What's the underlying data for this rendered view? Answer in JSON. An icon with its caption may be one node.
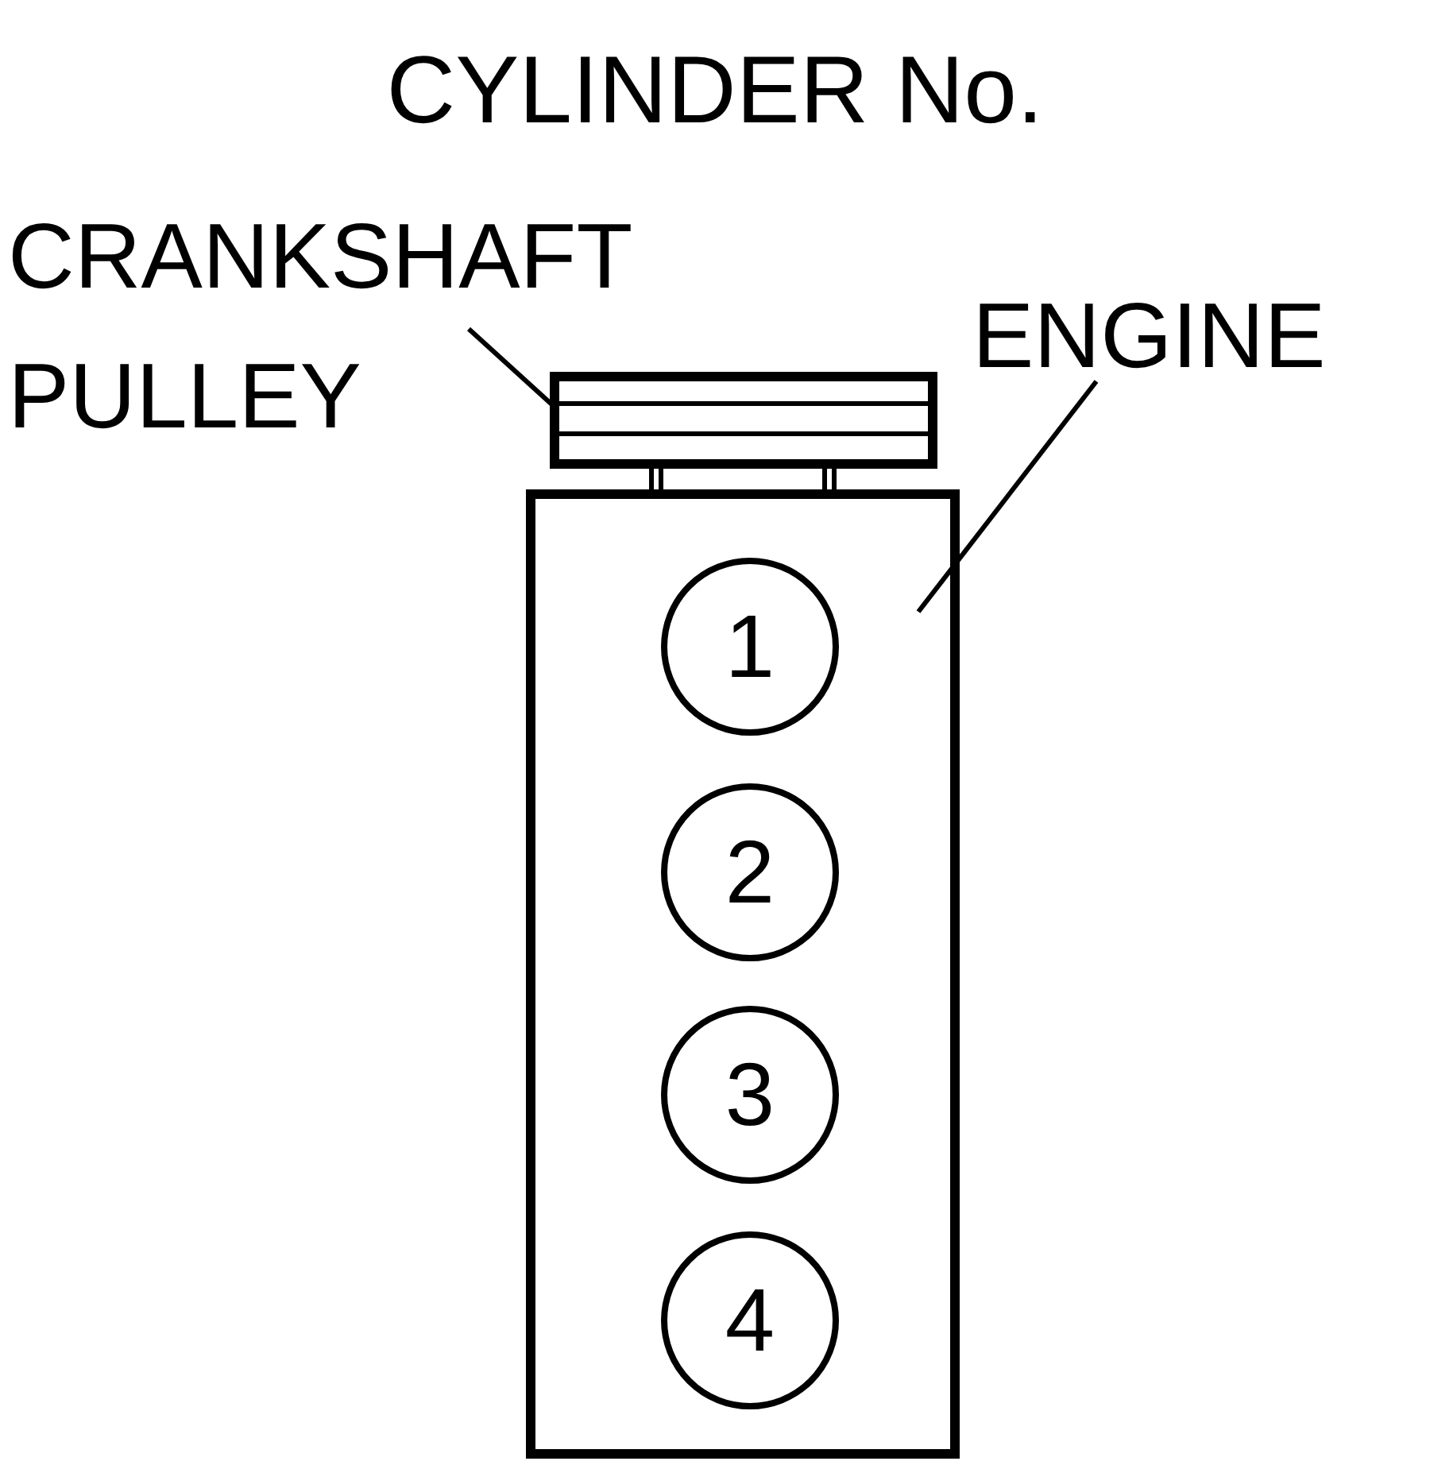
{
  "diagram": {
    "title": "CYLINDER No.",
    "nodes": [
      {
        "text": [
          "CRANKSHAFT PULLEY"
        ]
      },
      {
        "text": [],
        "shape": "box"
      },
      {
        "text": [
          "ENGINE"
        ]
      },
      {
        "text": [],
        "shape": "box"
      },
      {
        "text": [
          "1"
        ],
        "in": 3
      },
      {
        "text": [
          "2"
        ],
        "in": 3
      },
      {
        "text": [
          "3"
        ],
        "in": 3
      },
      {
        "text": [
          "4"
        ],
        "in": 3
      }
    ],
    "edges": [
      {
        "from": 0,
        "to": 1,
        "arrow": "none"
      },
      {
        "from": 2,
        "to": 3,
        "arrow": "none"
      }
    ]
  }
}
